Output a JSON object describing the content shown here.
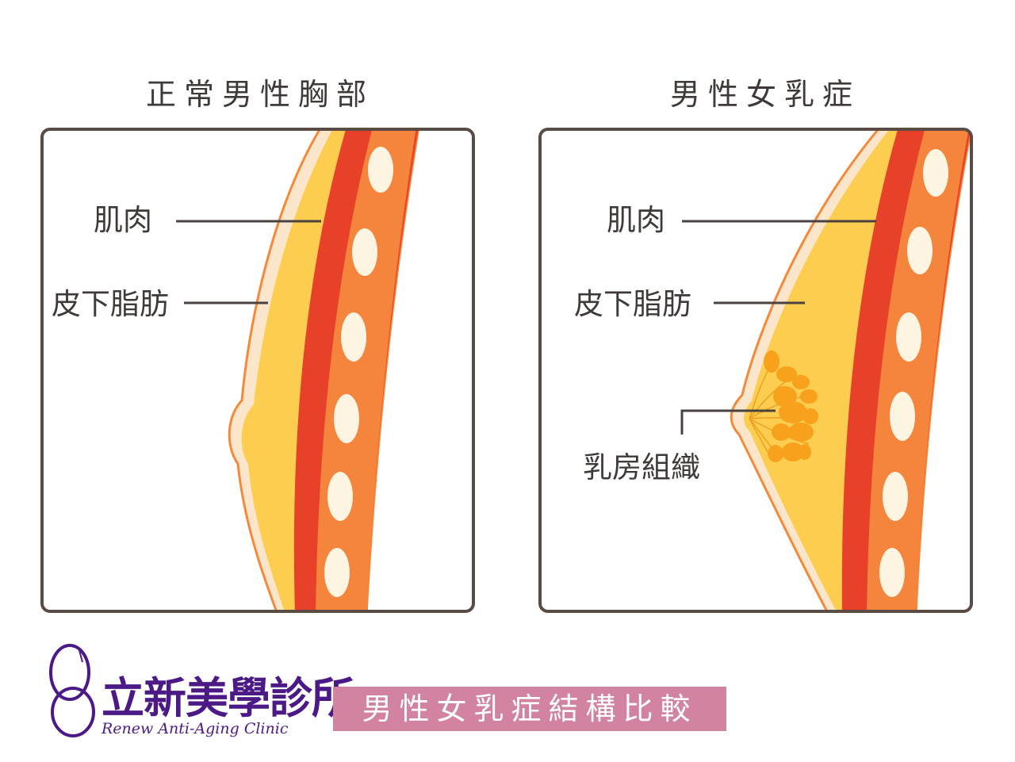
{
  "titles": {
    "normal": "正常男性胸部",
    "gynecomastia": "男性女乳症"
  },
  "labels": {
    "left_muscle": "肌肉",
    "left_fat": "皮下脂肪",
    "right_muscle": "肌肉",
    "right_fat": "皮下脂肪",
    "right_gland": "乳房組織"
  },
  "footer": {
    "clinic_name": "立新美學診所",
    "clinic_name_en": "Renew Anti-Aging Clinic",
    "banner": "男性女乳症結構比較"
  },
  "colors": {
    "frame": "#5a4b45",
    "skin": "#fbe6cc",
    "skin_outline": "#f5893a",
    "fat": "#fccd4e",
    "muscle": "#e8412a",
    "rib_band": "#f5843c",
    "rib": "#fdf5e2",
    "gland": "#f7a11c",
    "brand": "#4b1a86",
    "banner": "#d183a0"
  }
}
